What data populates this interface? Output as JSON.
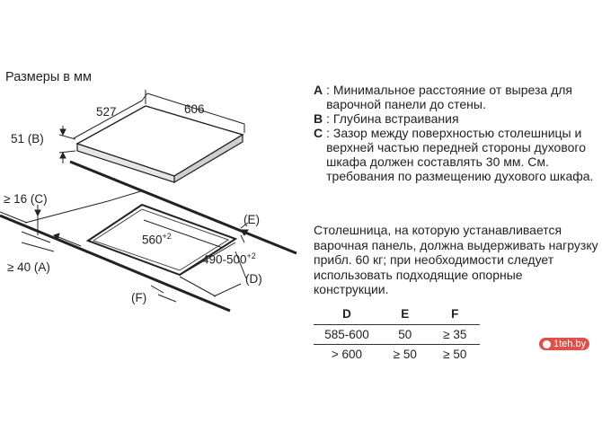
{
  "title": "Размеры в мм",
  "diagram_labels": {
    "dim_527": "527",
    "dim_606": "606",
    "dim_51b": "51 (B)",
    "dim_16c": "≥ 16 (C)",
    "dim_40a": "≥ 40 (A)",
    "dim_560": "560",
    "dim_560_sup": "+2",
    "dim_490": "490-500",
    "dim_490_sup": "+2",
    "label_e": "(E)",
    "label_d": "(D)",
    "label_f": "(F)"
  },
  "notes": [
    {
      "key": "A",
      "text": ": Минимальное расстояние от выреза для варочной панели до стены."
    },
    {
      "key": "B",
      "text": ": Глубина встраивания"
    },
    {
      "key": "C",
      "text": ": Зазор между поверхностью столешницы и верхней частью передней стороны духового шкафа должен составлять 30 мм. См. требования по размещению духового шкафа."
    }
  ],
  "paragraph": "Столешница, на которую устанавливается варочная панель, должна выдерживать нагрузку прибл. 60 кг; при необходимости следует использовать подходящие опорные конструкции.",
  "table": {
    "headers": [
      "D",
      "E",
      "F"
    ],
    "rows": [
      [
        "585-600",
        "50",
        "≥ 35"
      ],
      [
        "> 600",
        "≥ 50",
        "≥ 50"
      ]
    ]
  },
  "watermark": "1teh.by"
}
